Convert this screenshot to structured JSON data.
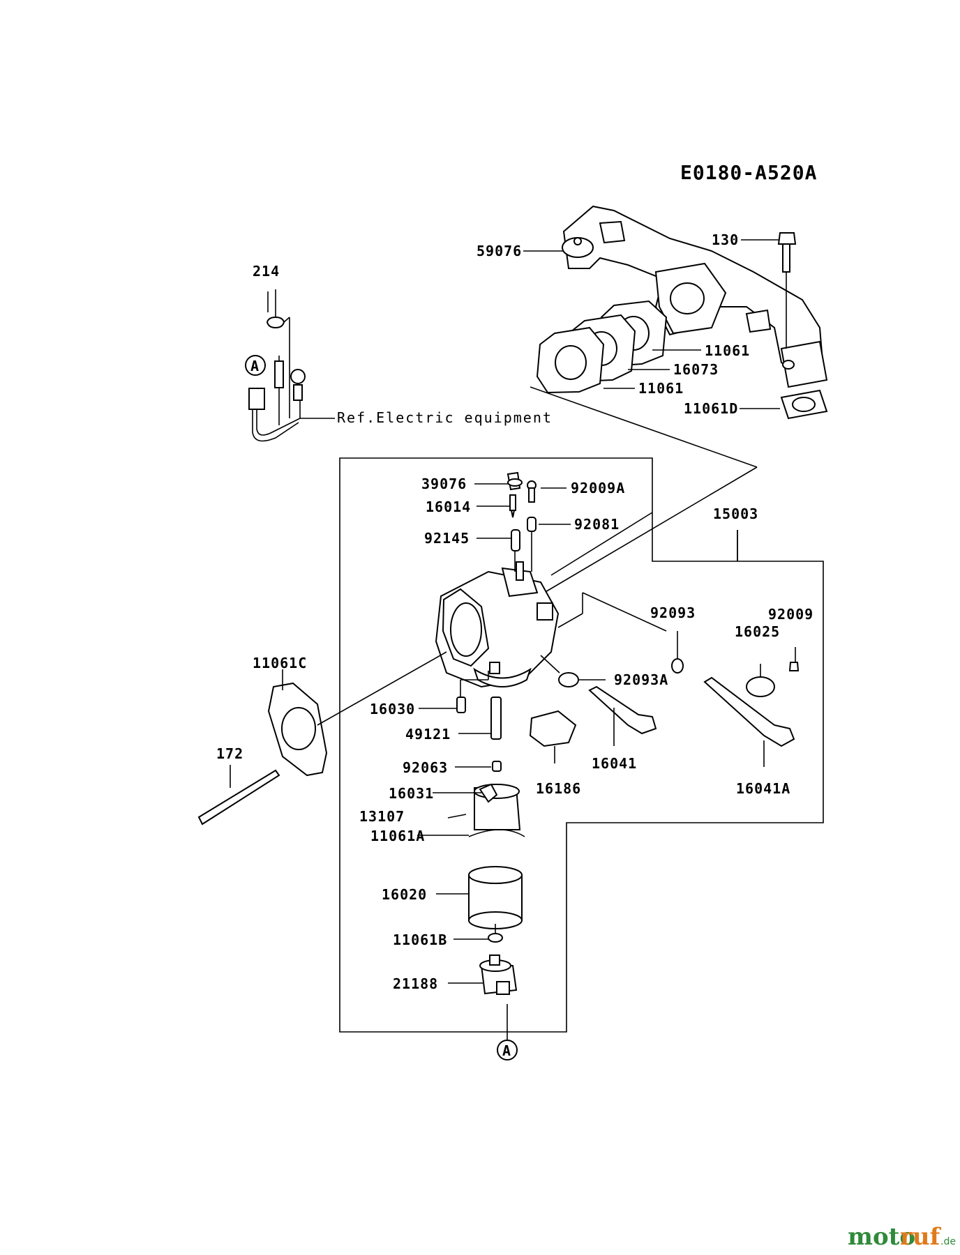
{
  "diagram_code": "E0180-A520A",
  "ref_text": "Ref.Electric equipment",
  "connector_letter": "A",
  "watermark": {
    "part1": "moto",
    "part2": "ruf",
    "suffix": ".de"
  },
  "labels": {
    "p59076": "59076",
    "p130": "130",
    "p214": "214",
    "p11061a": "11061",
    "p16073": "16073",
    "p11061b": "11061",
    "p11061D": "11061D",
    "p39076": "39076",
    "p92009A": "92009A",
    "p16014": "16014",
    "p92081": "92081",
    "p92145": "92145",
    "p15003": "15003",
    "p92093": "92093",
    "p92009": "92009",
    "p16025": "16025",
    "p11061C": "11061C",
    "p92093A": "92093A",
    "p16030": "16030",
    "p49121": "49121",
    "p172": "172",
    "p92063": "92063",
    "p16031": "16031",
    "p13107": "13107",
    "p11061A": "11061A",
    "p16041": "16041",
    "p16186": "16186",
    "p16041A": "16041A",
    "p16020": "16020",
    "p11061B": "11061B",
    "p21188": "21188"
  }
}
